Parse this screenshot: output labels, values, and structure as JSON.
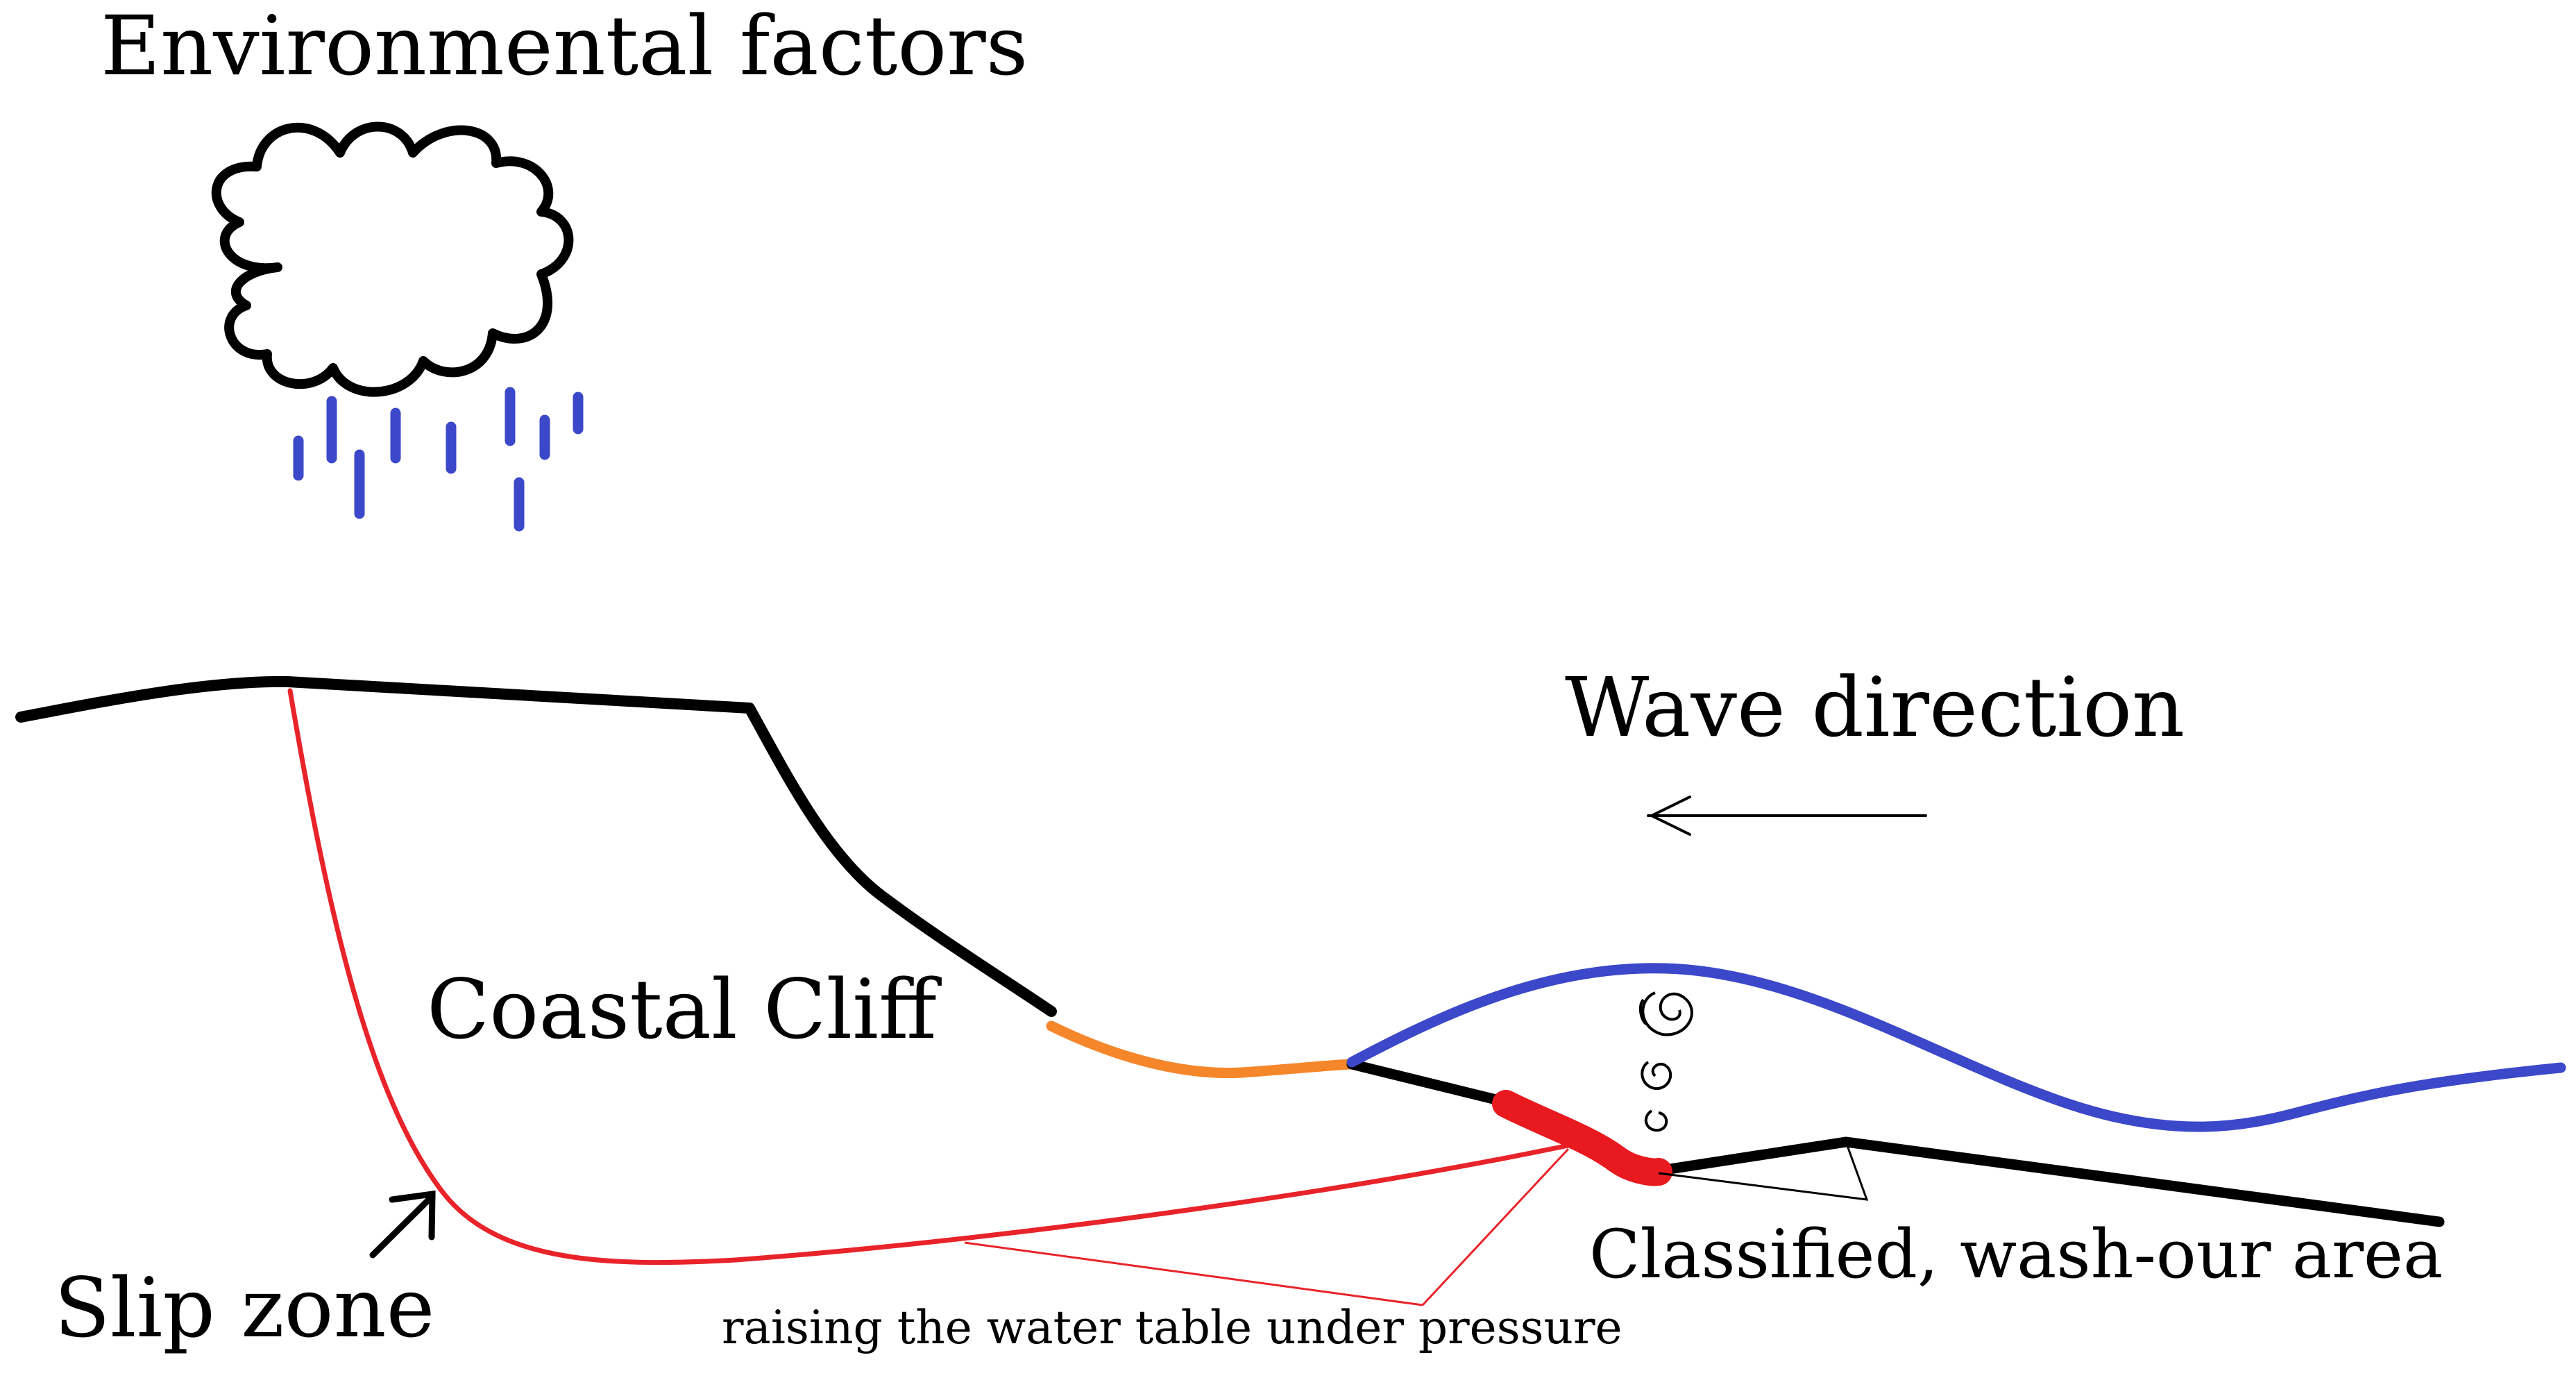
{
  "labels": {
    "environmental_factors": "Environmental factors",
    "wave_direction": "Wave direction",
    "coastal_cliff": "Coastal Cliff",
    "slip_zone": "Slip zone",
    "wash_out_area": "Classified, wash-our area",
    "water_table": "raising the water table under pressure"
  },
  "colors": {
    "outline": "#000000",
    "slip_surface": "#e8232a",
    "rain": "#3b48c9",
    "wave": "#3b48c9",
    "cliff_toe": "#f5862a",
    "erosion_patch": "#e8191f"
  }
}
